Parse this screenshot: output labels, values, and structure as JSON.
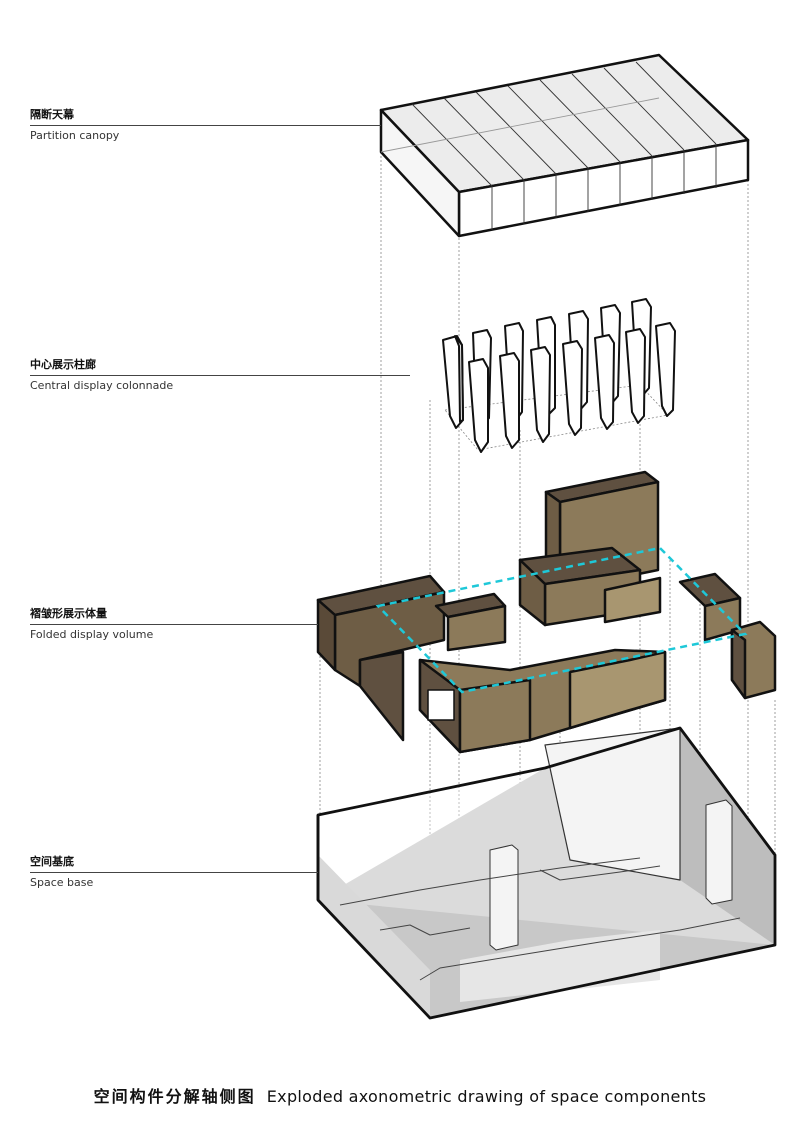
{
  "labels": [
    {
      "zh": "隔断天幕",
      "en": "Partition canopy"
    },
    {
      "zh": "中心展示柱廊",
      "en": "Central display colonnade"
    },
    {
      "zh": "褶皱形展示体量",
      "en": "Folded display volume"
    },
    {
      "zh": "空间基底",
      "en": "Space base"
    }
  ],
  "caption": {
    "zh": "空间构件分解轴侧图",
    "en": "Exploded axonometric drawing of space components"
  },
  "colors": {
    "volume_top": "#5f5040",
    "volume_front": "#8c7a5a",
    "volume_side": "#a89670",
    "dashed_outline": "#1ec8d8",
    "canopy_top": "#e8e8e8",
    "floor": "#c8c8c8"
  }
}
